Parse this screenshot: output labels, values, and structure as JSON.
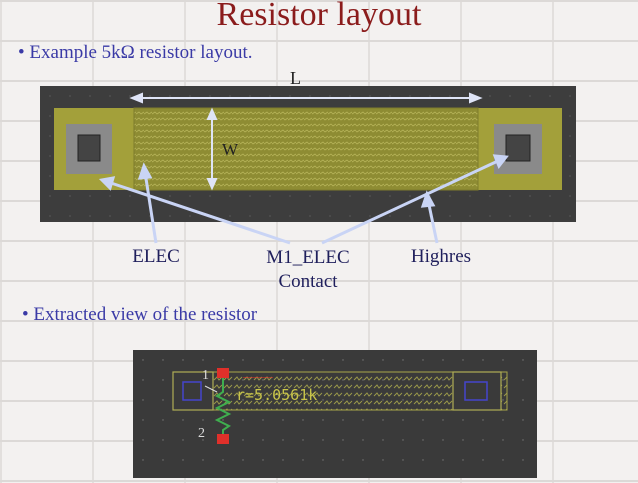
{
  "slide": {
    "title": "Resistor layout",
    "bullet1": "• Example 5kΩ resistor layout.",
    "bullet2": "• Extracted view of the resistor"
  },
  "layout": {
    "dim_length_label": "L",
    "dim_width_label": "W",
    "callouts": {
      "elec": "ELEC",
      "m1_elec_line1": "M1_ELEC",
      "m1_elec_line2": "Contact",
      "highres": "Highres"
    }
  },
  "extracted": {
    "pin1": "1",
    "pin2": "2",
    "value_text": "r=5.0561k"
  },
  "colors": {
    "title": "#8b1c1c",
    "bullet": "#3a3aa6",
    "callout_arrow": "#c9d4f5",
    "elec_fill": "#a3a03a",
    "highres_fill": "#8e8c33",
    "contact_grey": "#8a8a8a"
  }
}
